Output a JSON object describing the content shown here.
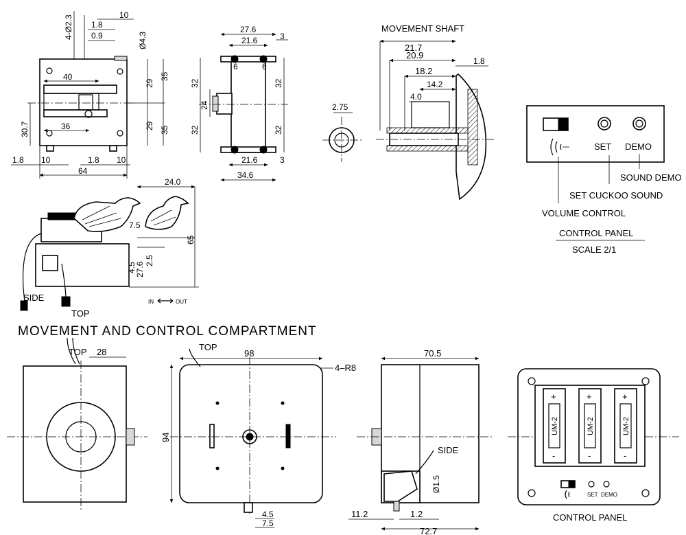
{
  "title": "MOVEMENT AND CONTROL COMPARTMENT",
  "movement_view": {
    "labels": {
      "side": "SIDE",
      "top": "TOP"
    },
    "dims": [
      "4-Ø2.3",
      "10",
      "1.8",
      "0.9",
      "Ø4.3",
      "40",
      "36",
      "30.7",
      "29",
      "35",
      "29",
      "35",
      "1.8",
      "10",
      "1.8",
      "10",
      "64"
    ]
  },
  "movement_side": {
    "dims": [
      "27.6",
      "21.6",
      "3",
      "6",
      "6",
      "32",
      "24",
      "32",
      "32",
      "32",
      "21.6",
      "3",
      "34.6"
    ]
  },
  "shaft_end": {
    "dim": "2.75"
  },
  "shaft_section": {
    "title": "MOVEMENT SHAFT",
    "dims": [
      "21.7",
      "20.9",
      "1.8",
      "18.2",
      "14.2",
      "4.0"
    ]
  },
  "control_panel_detail": {
    "buttons": {
      "set": "SET",
      "demo": "DEMO"
    },
    "callouts": {
      "sound_demo": "SOUND DEMO",
      "set_sound": "SET CUCKOO SOUND",
      "volume": "VOLUME CONTROL"
    },
    "caption": "CONTROL PANEL",
    "scale": "SCALE 2/1"
  },
  "bird_view": {
    "dims": [
      "24.0",
      "7.5",
      "65",
      "2.5",
      "4.5",
      "27.6"
    ],
    "inout": {
      "in": "IN",
      "out": "OUT"
    }
  },
  "comp_left": {
    "top": "TOP",
    "dim": "28"
  },
  "comp_front": {
    "top": "TOP",
    "width": "98",
    "height": "94",
    "radius": "4–R8",
    "dims": [
      "4.5",
      "7.5"
    ]
  },
  "comp_side": {
    "width": "70.5",
    "side": "SIDE",
    "dims": [
      "Ø1.5",
      "11.2",
      "1.2",
      "72.7"
    ]
  },
  "battery_panel": {
    "cells": [
      "UM-2",
      "UM-2",
      "UM-2"
    ],
    "plus": "+",
    "minus": "-",
    "buttons": {
      "set": "SET",
      "demo": "DEMO"
    },
    "caption": "CONTROL PANEL"
  }
}
